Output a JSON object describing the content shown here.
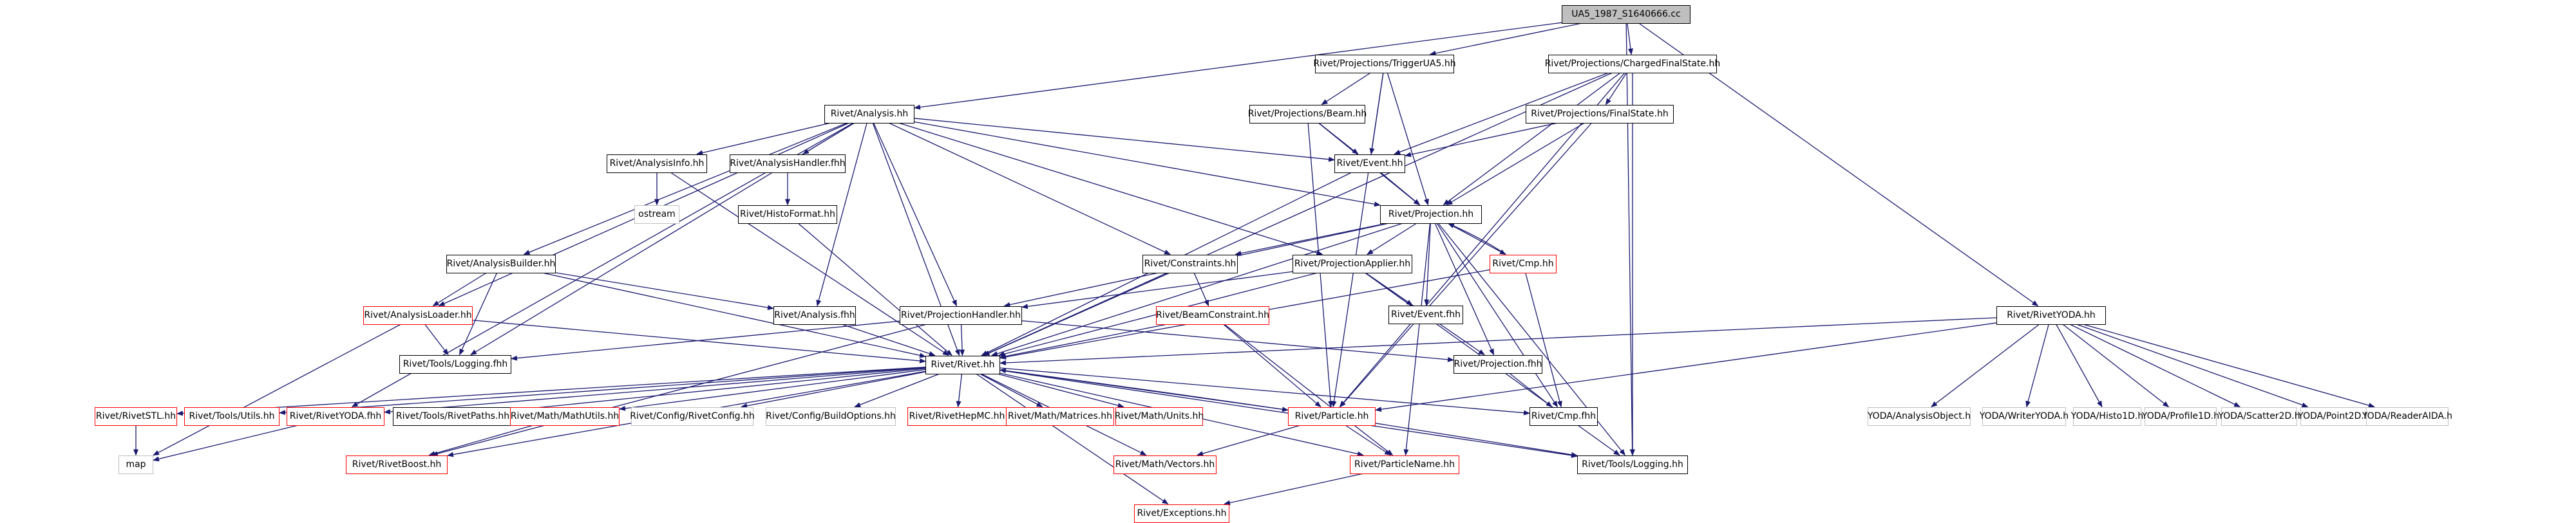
{
  "graph": {
    "root_file": "UA5_1987_S1640666.cc",
    "nodes": [
      {
        "id": "root",
        "label": "UA5_1987_S1640666.cc",
        "style": "root"
      },
      {
        "id": "trigger",
        "label": "Rivet/Projections/TriggerUA5.hh",
        "style": "normal"
      },
      {
        "id": "cfs",
        "label": "Rivet/Projections/ChargedFinalState.hh",
        "style": "normal"
      },
      {
        "id": "analysis",
        "label": "Rivet/Analysis.hh",
        "style": "normal"
      },
      {
        "id": "beam",
        "label": "Rivet/Projections/Beam.hh",
        "style": "normal"
      },
      {
        "id": "fs",
        "label": "Rivet/Projections/FinalState.hh",
        "style": "normal"
      },
      {
        "id": "rivetyoda",
        "label": "Rivet/RivetYODA.hh",
        "style": "normal"
      },
      {
        "id": "anainfo",
        "label": "Rivet/AnalysisInfo.hh",
        "style": "normal"
      },
      {
        "id": "anahandlerf",
        "label": "Rivet/AnalysisHandler.fhh",
        "style": "normal"
      },
      {
        "id": "event",
        "label": "Rivet/Event.hh",
        "style": "normal"
      },
      {
        "id": "ostream",
        "label": "ostream",
        "style": "gray"
      },
      {
        "id": "histoformat",
        "label": "Rivet/HistoFormat.hh",
        "style": "normal"
      },
      {
        "id": "projection",
        "label": "Rivet/Projection.hh",
        "style": "normal"
      },
      {
        "id": "constraints",
        "label": "Rivet/Constraints.hh",
        "style": "normal"
      },
      {
        "id": "projapplier",
        "label": "Rivet/ProjectionApplier.hh",
        "style": "normal"
      },
      {
        "id": "cmp",
        "label": "Rivet/Cmp.hh",
        "style": "red"
      },
      {
        "id": "anabuilder",
        "label": "Rivet/AnalysisBuilder.hh",
        "style": "normal"
      },
      {
        "id": "eventf",
        "label": "Rivet/Event.fhh",
        "style": "normal"
      },
      {
        "id": "analoader",
        "label": "Rivet/AnalysisLoader.hh",
        "style": "red"
      },
      {
        "id": "analysisf",
        "label": "Rivet/Analysis.fhh",
        "style": "normal"
      },
      {
        "id": "beamconstraint",
        "label": "Rivet/BeamConstraint.hh",
        "style": "red"
      },
      {
        "id": "projhandler",
        "label": "Rivet/ProjectionHandler.hh",
        "style": "normal"
      },
      {
        "id": "logginghfh",
        "label": "Rivet/Tools/Logging.fhh",
        "style": "normal"
      },
      {
        "id": "projectionf",
        "label": "Rivet/Projection.fhh",
        "style": "normal"
      },
      {
        "id": "rivet",
        "label": "Rivet/Rivet.hh",
        "style": "normal"
      },
      {
        "id": "yoda_ao",
        "label": "YODA/AnalysisObject.h",
        "style": "gray"
      },
      {
        "id": "yoda_w",
        "label": "YODA/WriterYODA.h",
        "style": "gray"
      },
      {
        "id": "yoda_h1",
        "label": "YODA/Histo1D.h",
        "style": "gray"
      },
      {
        "id": "yoda_p1",
        "label": "YODA/Profile1D.h",
        "style": "gray"
      },
      {
        "id": "yoda_s2",
        "label": "YODA/Scatter2D.h",
        "style": "gray"
      },
      {
        "id": "yoda_pt",
        "label": "YODA/Point2D.h",
        "style": "gray"
      },
      {
        "id": "yoda_r",
        "label": "YODA/ReaderAIDA.h",
        "style": "gray"
      },
      {
        "id": "rivetstl",
        "label": "Rivet/RivetSTL.hh",
        "style": "red"
      },
      {
        "id": "toolsutils",
        "label": "Rivet/Tools/Utils.hh",
        "style": "red"
      },
      {
        "id": "rivetyodaf",
        "label": "Rivet/RivetYODA.fhh",
        "style": "red"
      },
      {
        "id": "rivetpaths",
        "label": "Rivet/Tools/RivetPaths.hh",
        "style": "normal"
      },
      {
        "id": "mathutils",
        "label": "Rivet/Math/MathUtils.hh",
        "style": "red"
      },
      {
        "id": "rivetconfig",
        "label": "Rivet/Config/RivetConfig.hh",
        "style": "gray"
      },
      {
        "id": "buildoptions",
        "label": "Rivet/Config/BuildOptions.hh",
        "style": "gray"
      },
      {
        "id": "rivethepmc",
        "label": "Rivet/RivetHepMC.hh",
        "style": "red"
      },
      {
        "id": "matrices",
        "label": "Rivet/Math/Matrices.hh",
        "style": "red"
      },
      {
        "id": "units",
        "label": "Rivet/Math/Units.hh",
        "style": "red"
      },
      {
        "id": "particle",
        "label": "Rivet/Particle.hh",
        "style": "red"
      },
      {
        "id": "cmpf",
        "label": "Rivet/Cmp.fhh",
        "style": "normal"
      },
      {
        "id": "map",
        "label": "map",
        "style": "gray"
      },
      {
        "id": "rivetboost",
        "label": "Rivet/RivetBoost.hh",
        "style": "red"
      },
      {
        "id": "vectors",
        "label": "Rivet/Math/Vectors.hh",
        "style": "red"
      },
      {
        "id": "particlename",
        "label": "Rivet/ParticleName.hh",
        "style": "red"
      },
      {
        "id": "logging",
        "label": "Rivet/Tools/Logging.hh",
        "style": "normal"
      },
      {
        "id": "exceptions",
        "label": "Rivet/Exceptions.hh",
        "style": "red"
      }
    ],
    "edges": [
      [
        "root",
        "trigger"
      ],
      [
        "root",
        "cfs"
      ],
      [
        "root",
        "analysis"
      ],
      [
        "root",
        "rivetyoda"
      ],
      [
        "root",
        "logging"
      ],
      [
        "trigger",
        "beam"
      ],
      [
        "trigger",
        "event"
      ],
      [
        "trigger",
        "projection"
      ],
      [
        "trigger",
        "particle"
      ],
      [
        "cfs",
        "fs"
      ],
      [
        "cfs",
        "event"
      ],
      [
        "cfs",
        "projection"
      ],
      [
        "cfs",
        "rivet"
      ],
      [
        "cfs",
        "particle"
      ],
      [
        "cfs",
        "logging"
      ],
      [
        "analysis",
        "anainfo"
      ],
      [
        "analysis",
        "anahandlerf"
      ],
      [
        "analysis",
        "event"
      ],
      [
        "analysis",
        "projection"
      ],
      [
        "analysis",
        "constraints"
      ],
      [
        "analysis",
        "projapplier"
      ],
      [
        "analysis",
        "anabuilder"
      ],
      [
        "analysis",
        "analoader"
      ],
      [
        "analysis",
        "analysisf"
      ],
      [
        "analysis",
        "projhandler"
      ],
      [
        "analysis",
        "logginghfh"
      ],
      [
        "analysis",
        "rivet"
      ],
      [
        "analysis",
        "rivetyodaf"
      ],
      [
        "beam",
        "event"
      ],
      [
        "beam",
        "projection"
      ],
      [
        "beam",
        "particle"
      ],
      [
        "fs",
        "event"
      ],
      [
        "fs",
        "projection"
      ],
      [
        "fs",
        "particle"
      ],
      [
        "anainfo",
        "ostream"
      ],
      [
        "anainfo",
        "rivet"
      ],
      [
        "anahandlerf",
        "histoformat"
      ],
      [
        "histoformat",
        "rivet"
      ],
      [
        "event",
        "projection"
      ],
      [
        "event",
        "rivet"
      ],
      [
        "projection",
        "constraints"
      ],
      [
        "projection",
        "projapplier"
      ],
      [
        "projection",
        "cmp"
      ],
      [
        "projection",
        "eventf"
      ],
      [
        "projection",
        "projectionf"
      ],
      [
        "projection",
        "projhandler"
      ],
      [
        "projection",
        "rivet"
      ],
      [
        "projection",
        "cmpf"
      ],
      [
        "projection",
        "logging"
      ],
      [
        "projection",
        "particlename"
      ],
      [
        "cmp",
        "projection"
      ],
      [
        "cmp",
        "rivet"
      ],
      [
        "cmp",
        "cmpf"
      ],
      [
        "constraints",
        "beamconstraint"
      ],
      [
        "constraints",
        "rivet"
      ],
      [
        "projapplier",
        "eventf"
      ],
      [
        "projapplier",
        "projhandler"
      ],
      [
        "projapplier",
        "projectionf"
      ],
      [
        "projapplier",
        "rivet"
      ],
      [
        "projapplier",
        "logging"
      ],
      [
        "anabuilder",
        "analoader"
      ],
      [
        "anabuilder",
        "analysisf"
      ],
      [
        "anabuilder",
        "logginghfh"
      ],
      [
        "anabuilder",
        "rivet"
      ],
      [
        "analoader",
        "rivet"
      ],
      [
        "analoader",
        "logginghfh"
      ],
      [
        "analoader",
        "map"
      ],
      [
        "analysisf",
        "rivet"
      ],
      [
        "beamconstraint",
        "rivet"
      ],
      [
        "beamconstraint",
        "particle"
      ],
      [
        "beamconstraint",
        "particlename"
      ],
      [
        "projhandler",
        "rivet"
      ],
      [
        "projhandler",
        "logginghfh"
      ],
      [
        "projhandler",
        "projectionf"
      ],
      [
        "projhandler",
        "rivetboost"
      ],
      [
        "projectionf",
        "cmpf"
      ],
      [
        "rivetyoda",
        "rivet"
      ],
      [
        "rivetyoda",
        "particle"
      ],
      [
        "rivetyoda",
        "yoda_ao"
      ],
      [
        "rivetyoda",
        "yoda_w"
      ],
      [
        "rivetyoda",
        "yoda_h1"
      ],
      [
        "rivetyoda",
        "yoda_p1"
      ],
      [
        "rivetyoda",
        "yoda_s2"
      ],
      [
        "rivetyoda",
        "yoda_pt"
      ],
      [
        "rivetyoda",
        "yoda_r"
      ],
      [
        "rivet",
        "rivetstl"
      ],
      [
        "rivet",
        "toolsutils"
      ],
      [
        "rivet",
        "rivetyodaf"
      ],
      [
        "rivet",
        "rivetpaths"
      ],
      [
        "rivet",
        "mathutils"
      ],
      [
        "rivet",
        "rivetconfig"
      ],
      [
        "rivet",
        "buildoptions"
      ],
      [
        "rivet",
        "rivethepmc"
      ],
      [
        "rivet",
        "matrices"
      ],
      [
        "rivet",
        "units"
      ],
      [
        "rivet",
        "particle"
      ],
      [
        "rivet",
        "cmpf"
      ],
      [
        "rivet",
        "vectors"
      ],
      [
        "rivet",
        "particlename"
      ],
      [
        "rivet",
        "logging"
      ],
      [
        "rivet",
        "exceptions"
      ],
      [
        "rivet",
        "rivetboost"
      ],
      [
        "rivetstl",
        "map"
      ],
      [
        "rivetyodaf",
        "map"
      ],
      [
        "mathutils",
        "rivetboost"
      ],
      [
        "particle",
        "rivet"
      ],
      [
        "particle",
        "vectors"
      ],
      [
        "particle",
        "particlename"
      ],
      [
        "particle",
        "logging"
      ],
      [
        "particlename",
        "exceptions"
      ]
    ]
  },
  "colors": {
    "edge": "#191970",
    "node_border": "#000000",
    "red_border": "#ff0000",
    "gray_border": "#bfbfbf",
    "root_fill": "#bfbfbf"
  }
}
